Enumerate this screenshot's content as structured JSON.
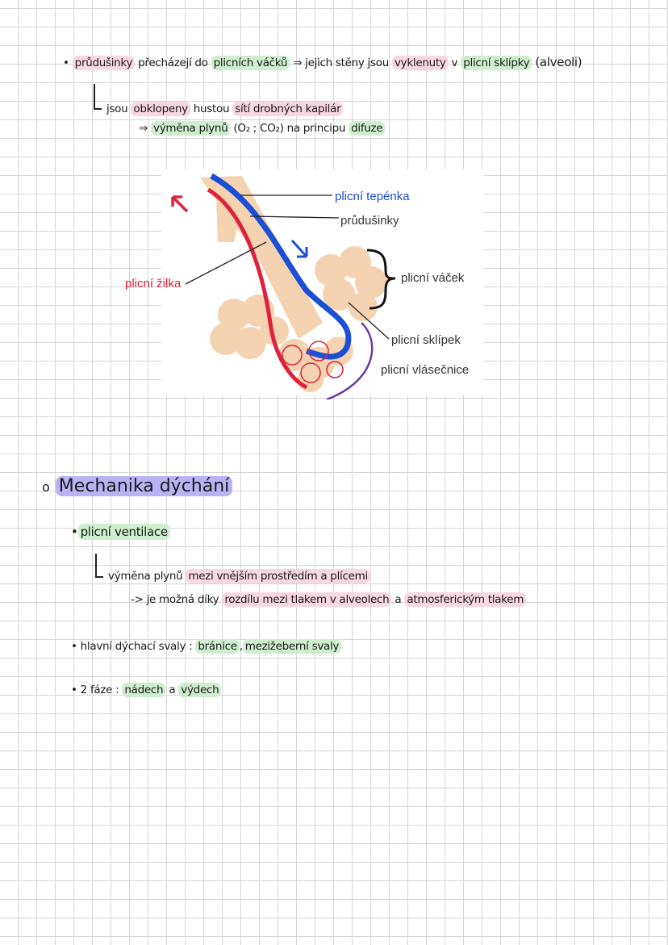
{
  "notes_top": {
    "line1": {
      "bullet": "•",
      "t1": "průdušinky",
      "t2": "přecházejí do",
      "t3": "plicních váčků",
      "t4": "⇒ jejich stěny jsou",
      "t5": "vyklenuty",
      "t6": "v",
      "t7": "plicní sklípky",
      "t8": "(alveoli)"
    },
    "line2": {
      "t1": "jsou",
      "t2": "obklopeny",
      "t3": "hustou",
      "t4": "sítí",
      "t5": "drobných kapilár"
    },
    "line3": {
      "t1": "⇒",
      "t2": "výměna plynů",
      "t3": "(O₂ ; CO₂) na principu",
      "t4": "difuze"
    }
  },
  "diagram": {
    "labels": {
      "artery": "plicní tepénka",
      "bronchi": "průdušinky",
      "sac": "plicní váček",
      "vein": "plicní žilka",
      "alveolus": "plicní sklípek",
      "capillaries": "plicní vlásečnice"
    },
    "colors": {
      "artery": "#1a4fd6",
      "vein": "#e0203c",
      "tissue": "#f5d3b0"
    }
  },
  "section": {
    "bullet": "o",
    "title": "Mechanika dýchání",
    "item1": {
      "bullet": "•",
      "label": "plicní ventilace"
    },
    "sub1": {
      "t1": "výměna plynů",
      "t2": "mezi vnějším prostředím a plícemi"
    },
    "sub2": {
      "t1": "->",
      "t2": "je možná díky",
      "t3": "rozdílu mezi tlakem v alveolech",
      "t4": "a",
      "t5": "atmosferickým tlakem"
    },
    "item2": {
      "bullet": "•",
      "t1": "hlavní dýchací svaly :",
      "t2": "bránice",
      "t3": ",",
      "t4": "mezižeberní svaly"
    },
    "item3": {
      "bullet": "•",
      "t1": "2 fáze :",
      "t2": "nádech",
      "t3": "a",
      "t4": "výdech"
    }
  },
  "highlight_colors": {
    "pink": "#f9d7e2",
    "green": "#cfeecf",
    "purple": "#b9b3f6"
  }
}
